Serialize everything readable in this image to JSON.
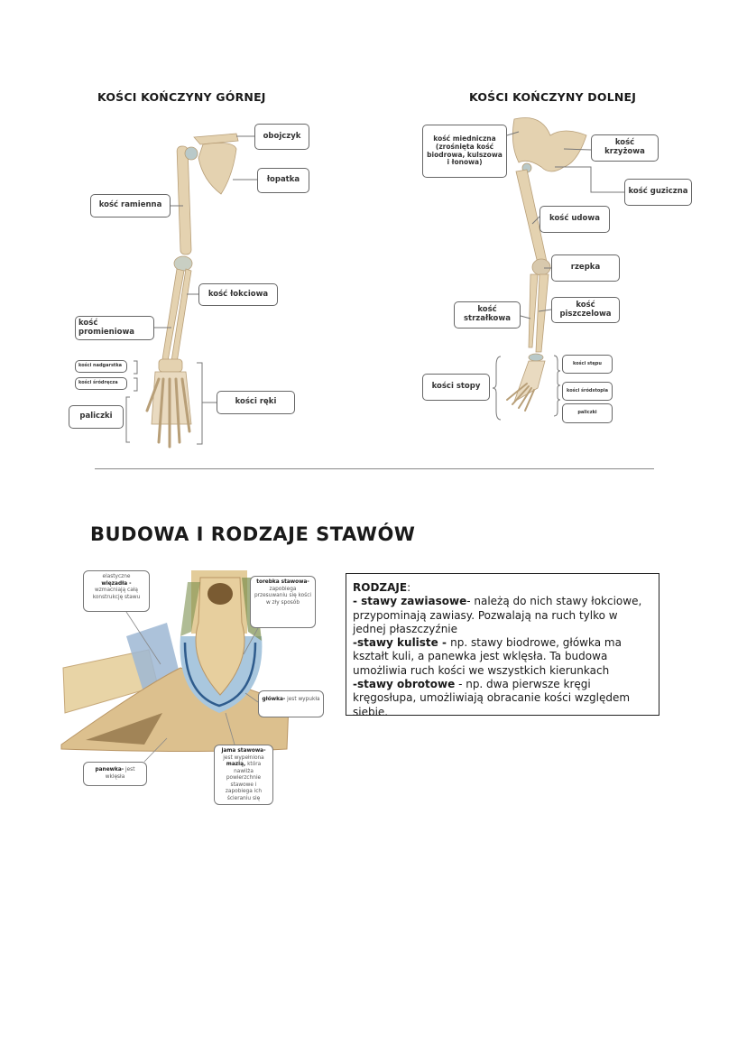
{
  "upper_limb": {
    "title": "KOŚCI KOŃCZYNY GÓRNEJ",
    "labels": {
      "obojczyk": "obojczyk",
      "lopatka": "łopatka",
      "ramienna": "kość ramienna",
      "lokciowa": "kość łokciowa",
      "promieniowa": "kość promieniowa",
      "nadgarstka": "kości nadgarstka",
      "srodrecza": "kości śródręcza",
      "paliczki": "paliczki",
      "reki": "kości ręki"
    }
  },
  "lower_limb": {
    "title": "KOŚCI KOŃCZYNY DOLNEJ",
    "labels": {
      "miedniczna": "kość miedniczna (zrośnięta kość biodrowa, kulszowa i łonowa)",
      "krzyzowa": "kość krzyżowa",
      "guziczna": "kość guziczna",
      "udowa": "kość udowa",
      "rzepka": "rzepka",
      "piszczelowa": "kość piszczelowa",
      "strzalkowa": "kość strzałkowa",
      "stopy": "kości stopy",
      "stepu": "kości stępu",
      "srodstopia": "kości śródstopia",
      "paliczki": "paliczki"
    }
  },
  "joints": {
    "title": "BUDOWA I RODZAJE STAWÓW",
    "labels": {
      "wiezadla_pre": "elastyczne",
      "wiezadla_bold": "więzadła -",
      "wiezadla_post": "wzmacniają całą konstrukcję stawu",
      "torebka_bold": "torebka stawowa-",
      "torebka_post": "zapobiega przesuwaniu się kości w zły sposób",
      "glowka_bold": "główka-",
      "glowka_post": "jest wypukła",
      "jama_bold": "jama stawowa-",
      "jama_mid": "jest wypełniona",
      "jama_bold2": "mazią,",
      "jama_post": "która nawilża powierzchnie stawowe i zapobiega ich ścieraniu się",
      "panewka_bold": "panewka-",
      "panewka_post": "jest wklęsła"
    },
    "types": {
      "heading": "RODZAJE",
      "heading_colon": ":",
      "t1_bold": "- stawy zawiasowe",
      "t1_text": "- należą do nich stawy łokciowe, przypominają zawiasy. Pozwalają na ruch tylko w jednej płaszczyźnie",
      "t2_bold": "-stawy kuliste - ",
      "t2_text": "np. stawy biodrowe, główka ma kształt kuli, a panewka jest wklęsła. Ta budowa umożliwia ruch kości we wszystkich kierunkach",
      "t3_bold": "-stawy obrotowe",
      "t3_text": " - np. dwa pierwsze kręgi kręgosłupa, umożliwiają obracanie kości względem siebie."
    }
  }
}
